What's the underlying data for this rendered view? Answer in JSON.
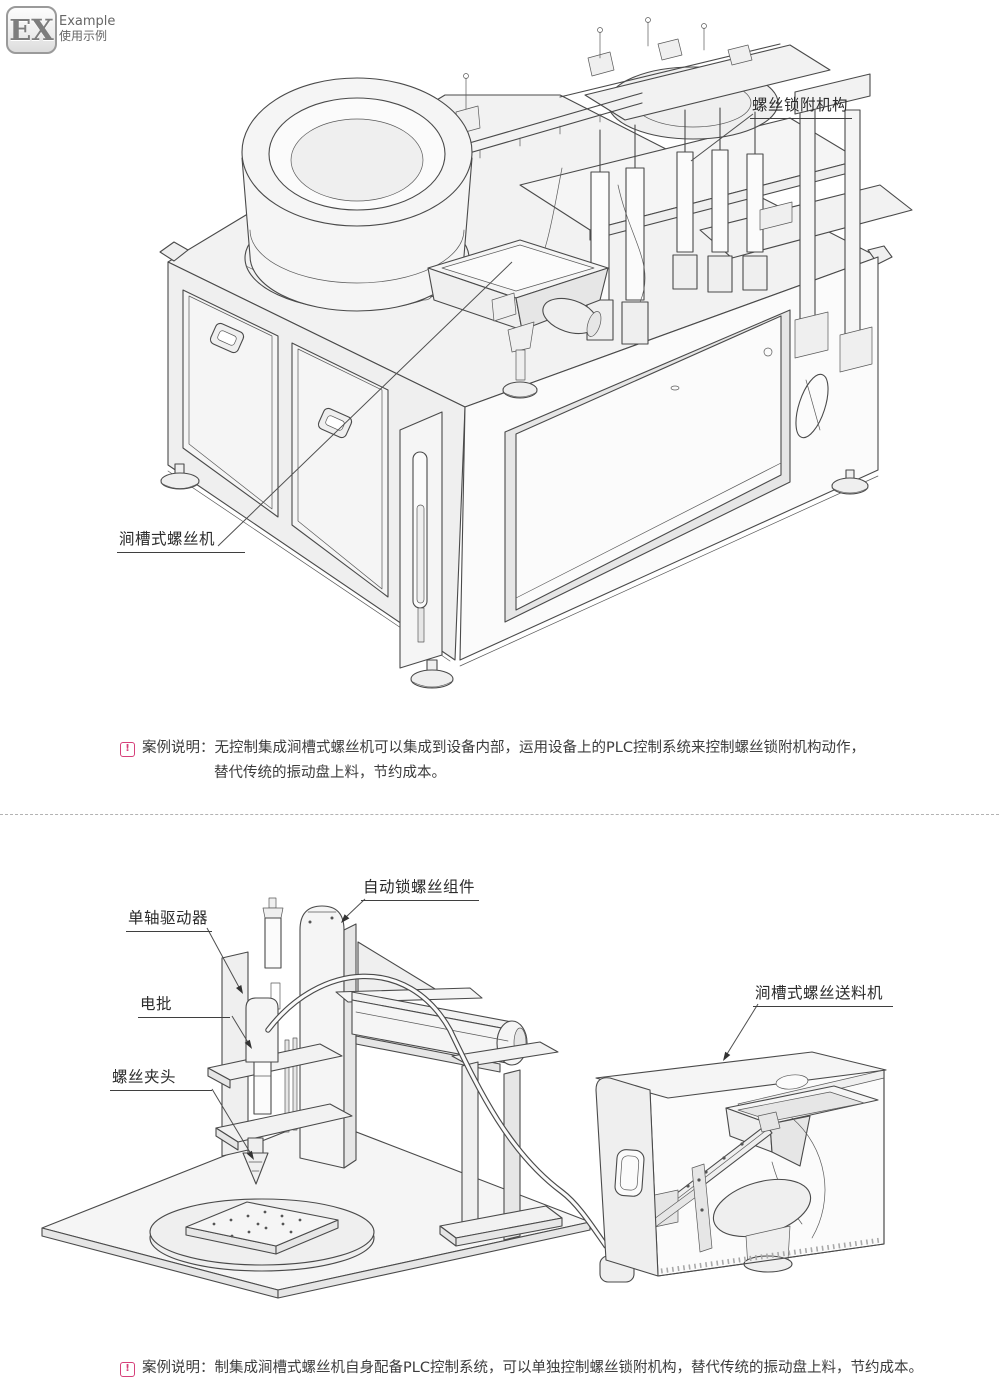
{
  "header": {
    "logo": "EX",
    "subtitle_en": "Example",
    "subtitle_cn": "使用示例"
  },
  "colors": {
    "accent_pink": "#d6407a",
    "line": "#4a4a4a",
    "label_text": "#2b2b2b",
    "fill_light": "#f5f5f5"
  },
  "figure1": {
    "labels": {
      "screw_lock_mechanism": "螺丝锁附机构",
      "trough_screw_machine": "涧槽式螺丝机"
    },
    "caption": {
      "icon": "!",
      "prefix": "案例说明：",
      "line1": "无控制集成涧槽式螺丝机可以集成到设备内部，运用设备上的PLC控制系统来控制螺丝锁附机构动作，",
      "line2": "替代传统的振动盘上料，节约成本。"
    }
  },
  "figure2": {
    "labels": {
      "auto_screw_unit": "自动锁螺丝组件",
      "single_axis_driver": "单轴驱动器",
      "electric_screwdriver": "电批",
      "screw_chuck": "螺丝夹头",
      "trough_screw_feeder": "涧槽式螺丝送料机"
    },
    "caption": {
      "icon": "!",
      "prefix": "案例说明：",
      "line1": "制集成涧槽式螺丝机自身配备PLC控制系统，可以单独控制螺丝锁附机构，替代传统的振动盘上料，节约成本。"
    }
  }
}
